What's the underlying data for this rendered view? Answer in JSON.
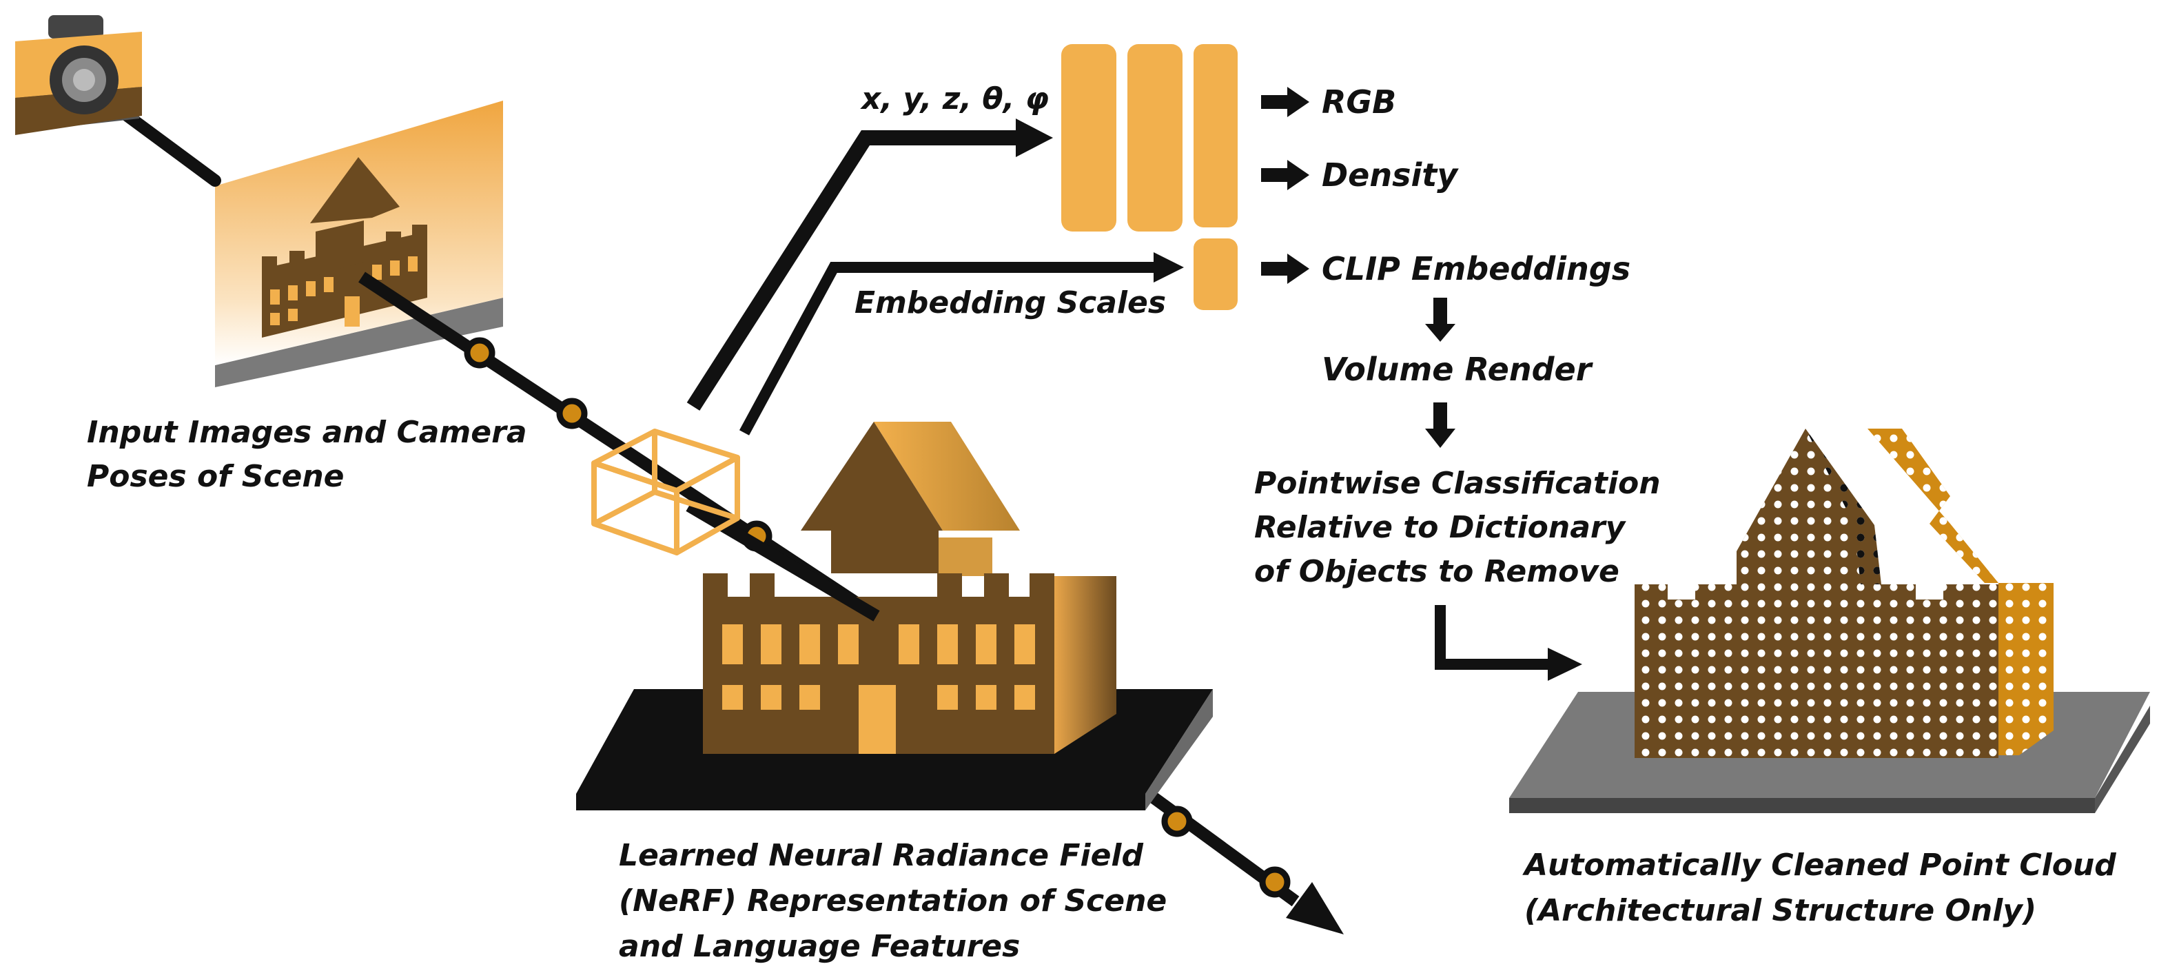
{
  "colors": {
    "accent": "#f2b04d",
    "building_dark": "#6b4a20",
    "building_mid": "#b8822e",
    "ray": "#111111",
    "sample_point": "#d08a14",
    "ground_gray": "#7a7a7a",
    "ground_black": "#111111"
  },
  "icons": [
    "camera-icon",
    "wireframe-cube-icon"
  ],
  "labels": {
    "input_images": [
      "Input Images and Camera",
      "Poses of Scene"
    ],
    "nerf": [
      "Learned Neural Radiance Field",
      "(NeRF) Representation of Scene",
      "and Language Features"
    ],
    "point_cloud": [
      "Automatically Cleaned Point Cloud",
      "(Architectural Structure Only)"
    ],
    "inputs": "x, y, z, θ, φ",
    "embedding_scales": "Embedding Scales",
    "outputs": {
      "rgb": "RGB",
      "density": "Density",
      "clip": "CLIP Embeddings"
    },
    "volume_render": "Volume Render",
    "classification": [
      "Pointwise Classification",
      "Relative to Dictionary",
      "of Objects to Remove"
    ]
  }
}
